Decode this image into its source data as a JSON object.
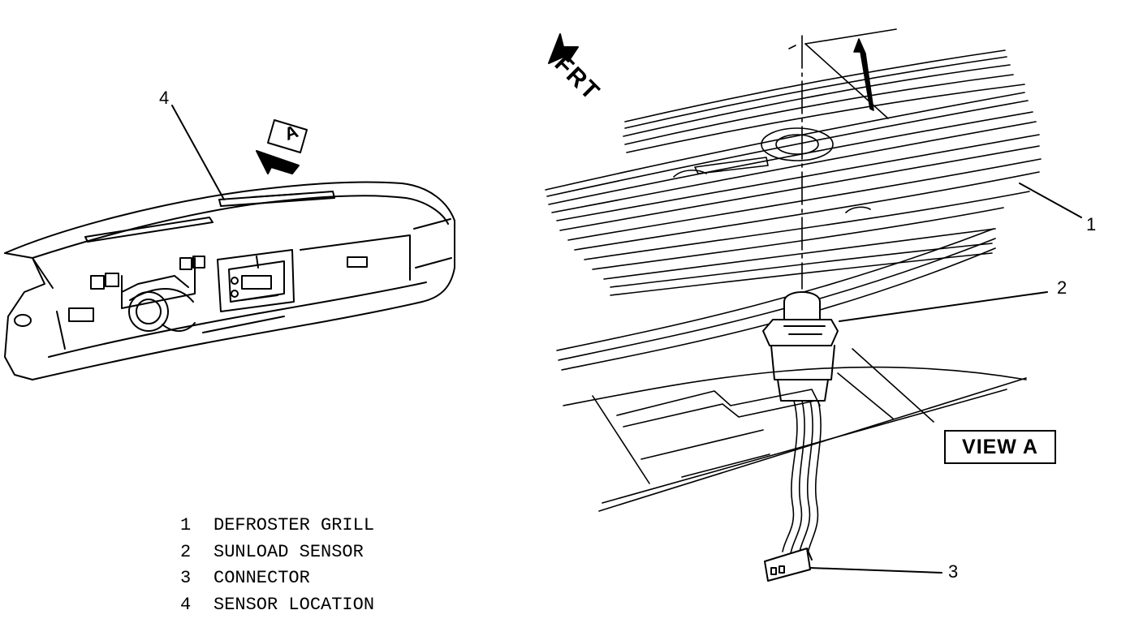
{
  "view_label": "VIEW A",
  "front_label": "FRT",
  "view_arrow_letter": "A",
  "callouts": {
    "c1": "1",
    "c2": "2",
    "c3": "3",
    "c4": "4"
  },
  "legend": [
    {
      "num": "1",
      "text": "DEFROSTER GRILL"
    },
    {
      "num": "2",
      "text": "SUNLOAD SENSOR"
    },
    {
      "num": "3",
      "text": "CONNECTOR"
    },
    {
      "num": "4",
      "text": "SENSOR LOCATION"
    }
  ]
}
